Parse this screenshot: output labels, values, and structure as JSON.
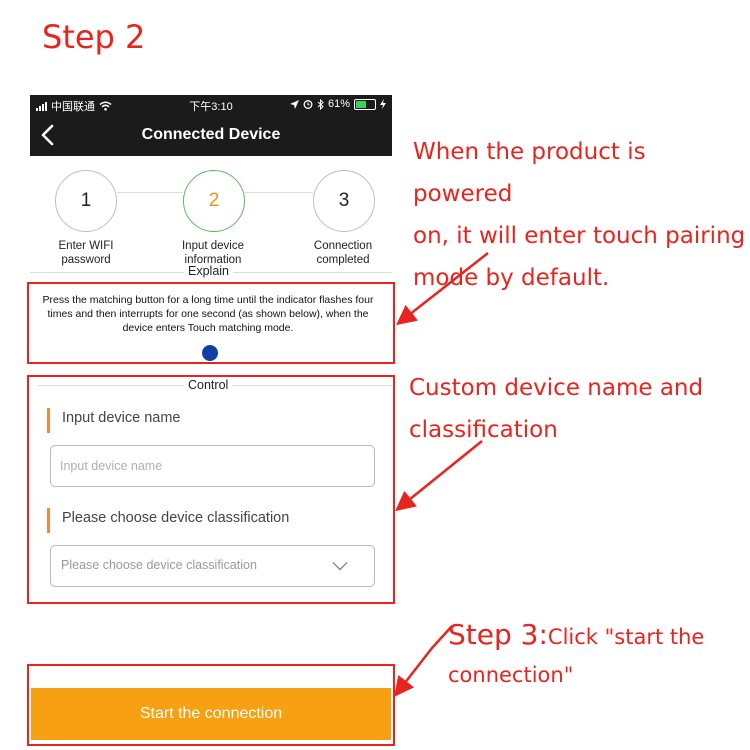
{
  "step2_title": "Step 2",
  "status_bar": {
    "carrier": "中国联通",
    "time": "下午3:10",
    "battery_percent": "61%",
    "battery_level": 0.61,
    "icons": [
      "signal-icon",
      "wifi-icon",
      "location-icon",
      "alarm-icon",
      "bluetooth-icon",
      "battery-icon",
      "charging-icon"
    ]
  },
  "nav": {
    "title": "Connected Device",
    "back_icon": "chevron-left-icon"
  },
  "steps": [
    {
      "number": "1",
      "label": "Enter WIFI password",
      "active": false
    },
    {
      "number": "2",
      "label": "Input device information",
      "active": true
    },
    {
      "number": "3",
      "label": "Connection completed",
      "active": false
    }
  ],
  "explain": {
    "label": "Explain",
    "text": "Press the matching button for a long time until the indicator flashes four times and then interrupts for one second (as shown below), when the device enters Touch matching mode."
  },
  "control": {
    "label": "Control",
    "device_name_label": "Input device name",
    "device_name_placeholder": "Input device name",
    "classification_label": "Please choose device classification",
    "classification_placeholder": "Please choose device classification"
  },
  "start_button": "Start the connection",
  "annotations": {
    "powered_on": [
      "When the product is powered",
      "on, it will enter touch pairing",
      "mode by default."
    ],
    "custom_name": [
      "Custom device name and",
      "classification"
    ],
    "step3_prefix": "Step 3:",
    "step3_rest": "Click \"start  the",
    "step3_line2": "connection\""
  },
  "colors": {
    "annotation_red": "#e8241f",
    "accent_orange": "#f7a011",
    "active_step_green": "#5cb85c",
    "active_step_number": "#f0931a",
    "indicator_blue": "#0f3fa2"
  }
}
